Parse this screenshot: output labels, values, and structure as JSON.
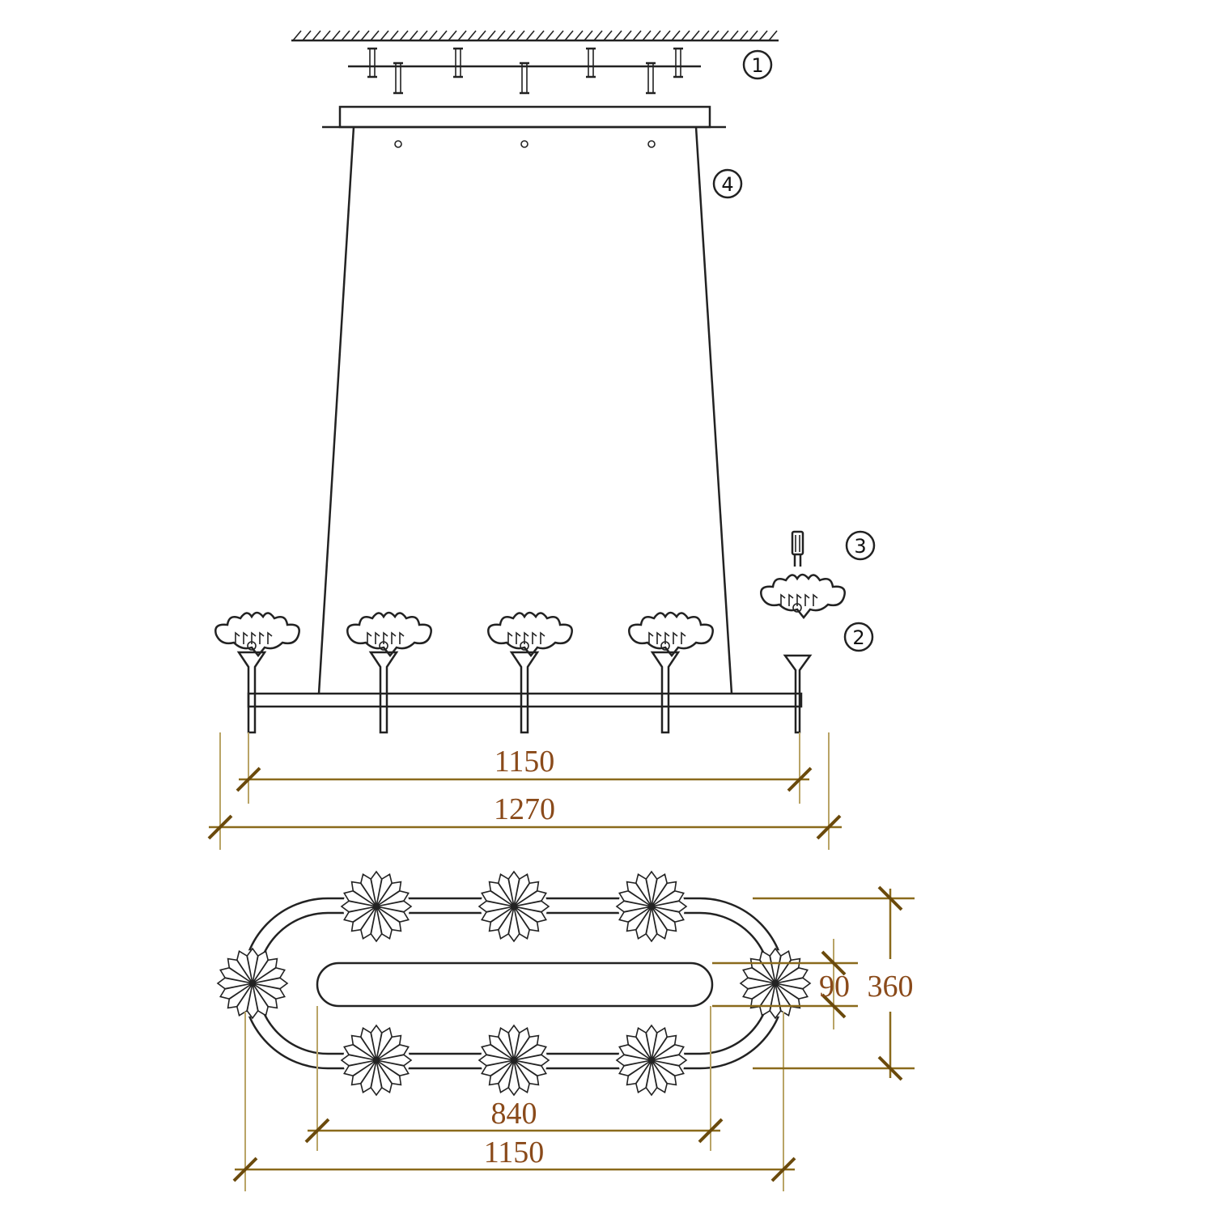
{
  "callouts": {
    "c1": "1",
    "c2": "2",
    "c3": "3",
    "c4": "4"
  },
  "side_view": {
    "dim_inner": "1150",
    "dim_outer": "1270"
  },
  "top_view": {
    "dim_slot": "840",
    "dim_length": "1150",
    "dim_slot_width": "90",
    "dim_width": "360"
  },
  "colors": {
    "line": "#222222",
    "dimension": "#8a6a1c",
    "dimension_text": "#8a4a1a"
  }
}
